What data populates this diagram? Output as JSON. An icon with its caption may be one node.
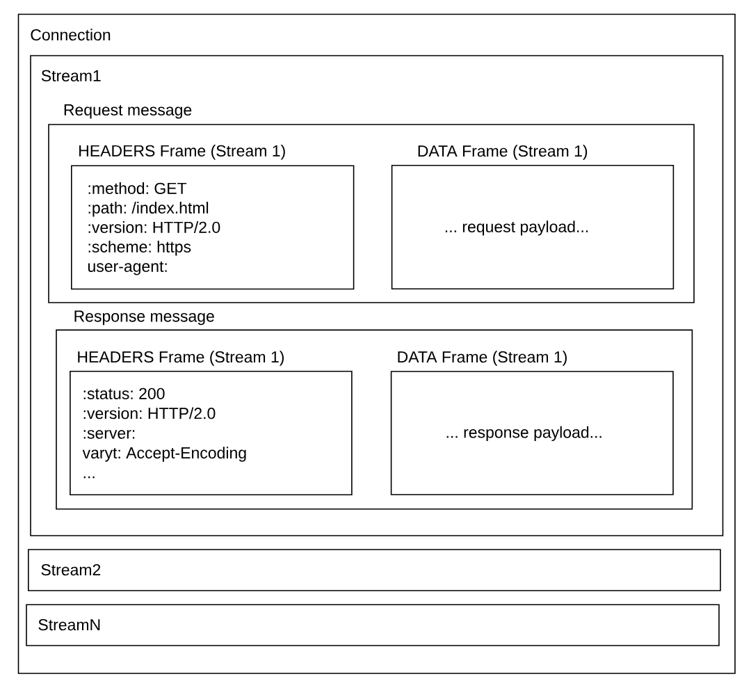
{
  "diagram": {
    "nodes": [
      {
        "text": [
          "Connection"
        ]
      },
      {
        "text": [
          "Stream1"
        ],
        "in": 0
      },
      {
        "text": [
          "Request message"
        ],
        "in": 1
      },
      {
        "text": [
          "HEADERS Frame (Stream 1)",
          ":method: GET",
          ":path: /index.html",
          ":version: HTTP/2.0",
          ":scheme: https",
          "user-agent:"
        ],
        "in": 2
      },
      {
        "text": [
          "DATA Frame (Stream 1)",
          "... request payload..."
        ],
        "in": 2
      },
      {
        "text": [
          "Response message"
        ],
        "in": 1
      },
      {
        "text": [
          "HEADERS Frame (Stream 1)",
          ":status: 200",
          ":version: HTTP/2.0",
          ":server:",
          "varyt: Accept-Encoding",
          "..."
        ],
        "in": 5
      },
      {
        "text": [
          "DATA Frame (Stream 1)",
          "... response payload..."
        ],
        "in": 5
      },
      {
        "text": [
          "Stream2"
        ],
        "in": 0
      },
      {
        "text": [
          "StreamN"
        ],
        "in": 0
      }
    ]
  }
}
